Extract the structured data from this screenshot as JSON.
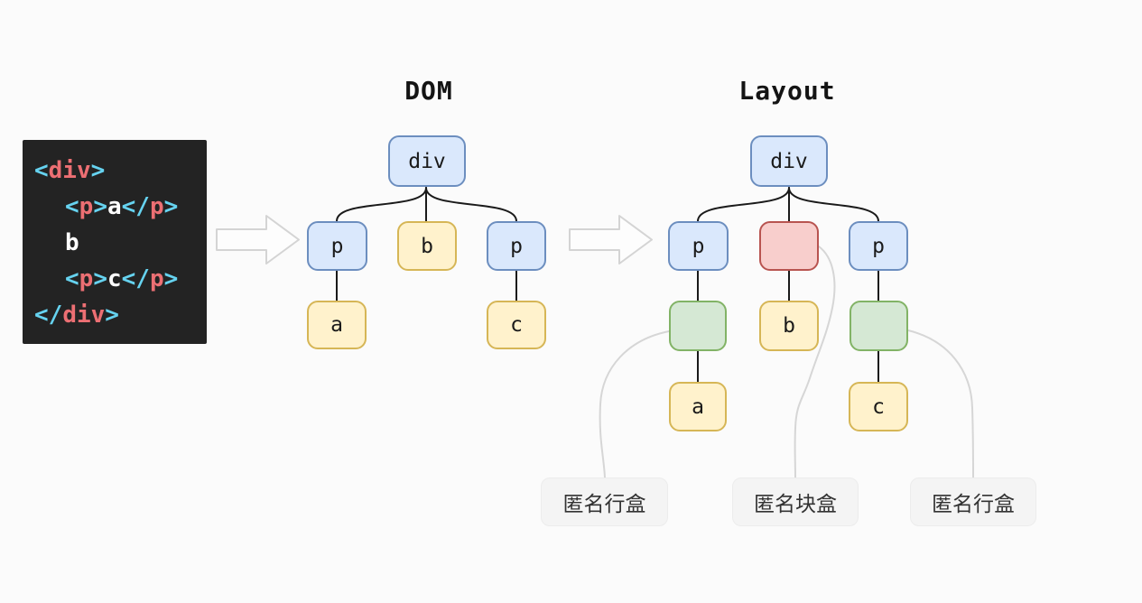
{
  "page": {
    "background": "#fbfbfb",
    "description_labels": [
      "DOM",
      "Layout"
    ]
  },
  "palette": {
    "blue_fill": "#dae8fc",
    "blue_stroke": "#6c8ebf",
    "yellow_fill": "#fff2cc",
    "yellow_stroke": "#d6b656",
    "red_fill": "#f8cecc",
    "red_stroke": "#b85450",
    "green_fill": "#d5e8d4",
    "green_stroke": "#82b366",
    "tree_edge": "#1a1a1a",
    "connector_gray": "#d6d6d6",
    "code_background": "#232323",
    "code_punct": "#66d3f0",
    "code_tag": "#ec6f73",
    "code_plain": "#ffffff",
    "annotation_background": "#f4f4f4"
  },
  "code_block": {
    "lines": [
      {
        "indent": 0,
        "tokens": [
          [
            "punct",
            "<"
          ],
          [
            "tag",
            "div"
          ],
          [
            "punct",
            ">"
          ]
        ]
      },
      {
        "indent": 1,
        "tokens": [
          [
            "punct",
            "<"
          ],
          [
            "tag",
            "p"
          ],
          [
            "punct",
            ">"
          ],
          [
            "plain",
            "a"
          ],
          [
            "punct",
            "</"
          ],
          [
            "tag",
            "p"
          ],
          [
            "punct",
            ">"
          ]
        ]
      },
      {
        "indent": 1,
        "tokens": [
          [
            "plain",
            "b"
          ]
        ]
      },
      {
        "indent": 1,
        "tokens": [
          [
            "punct",
            "<"
          ],
          [
            "tag",
            "p"
          ],
          [
            "punct",
            ">"
          ],
          [
            "plain",
            "c"
          ],
          [
            "punct",
            "</"
          ],
          [
            "tag",
            "p"
          ],
          [
            "punct",
            ">"
          ]
        ]
      },
      {
        "indent": 0,
        "tokens": [
          [
            "punct",
            "</"
          ],
          [
            "tag",
            "div"
          ],
          [
            "punct",
            ">"
          ]
        ]
      }
    ]
  },
  "trees": {
    "dom": {
      "title": "DOM",
      "nodes": {
        "div": {
          "label": "div",
          "color": "blue"
        },
        "p1": {
          "label": "p",
          "color": "blue"
        },
        "b": {
          "label": "b",
          "color": "yellow"
        },
        "p2": {
          "label": "p",
          "color": "blue"
        },
        "a": {
          "label": "a",
          "color": "yellow"
        },
        "c": {
          "label": "c",
          "color": "yellow"
        }
      }
    },
    "layout": {
      "title": "Layout",
      "nodes": {
        "div": {
          "label": "div",
          "color": "blue"
        },
        "p1": {
          "label": "p",
          "color": "blue"
        },
        "anon_block": {
          "label": "",
          "color": "red"
        },
        "p2": {
          "label": "p",
          "color": "blue"
        },
        "inline1": {
          "label": "",
          "color": "green"
        },
        "b": {
          "label": "b",
          "color": "yellow"
        },
        "inline2": {
          "label": "",
          "color": "green"
        },
        "a": {
          "label": "a",
          "color": "yellow"
        },
        "c": {
          "label": "c",
          "color": "yellow"
        }
      }
    }
  },
  "annotations": [
    {
      "text": "匿名行盒"
    },
    {
      "text": "匿名块盒"
    },
    {
      "text": "匿名行盒"
    }
  ]
}
